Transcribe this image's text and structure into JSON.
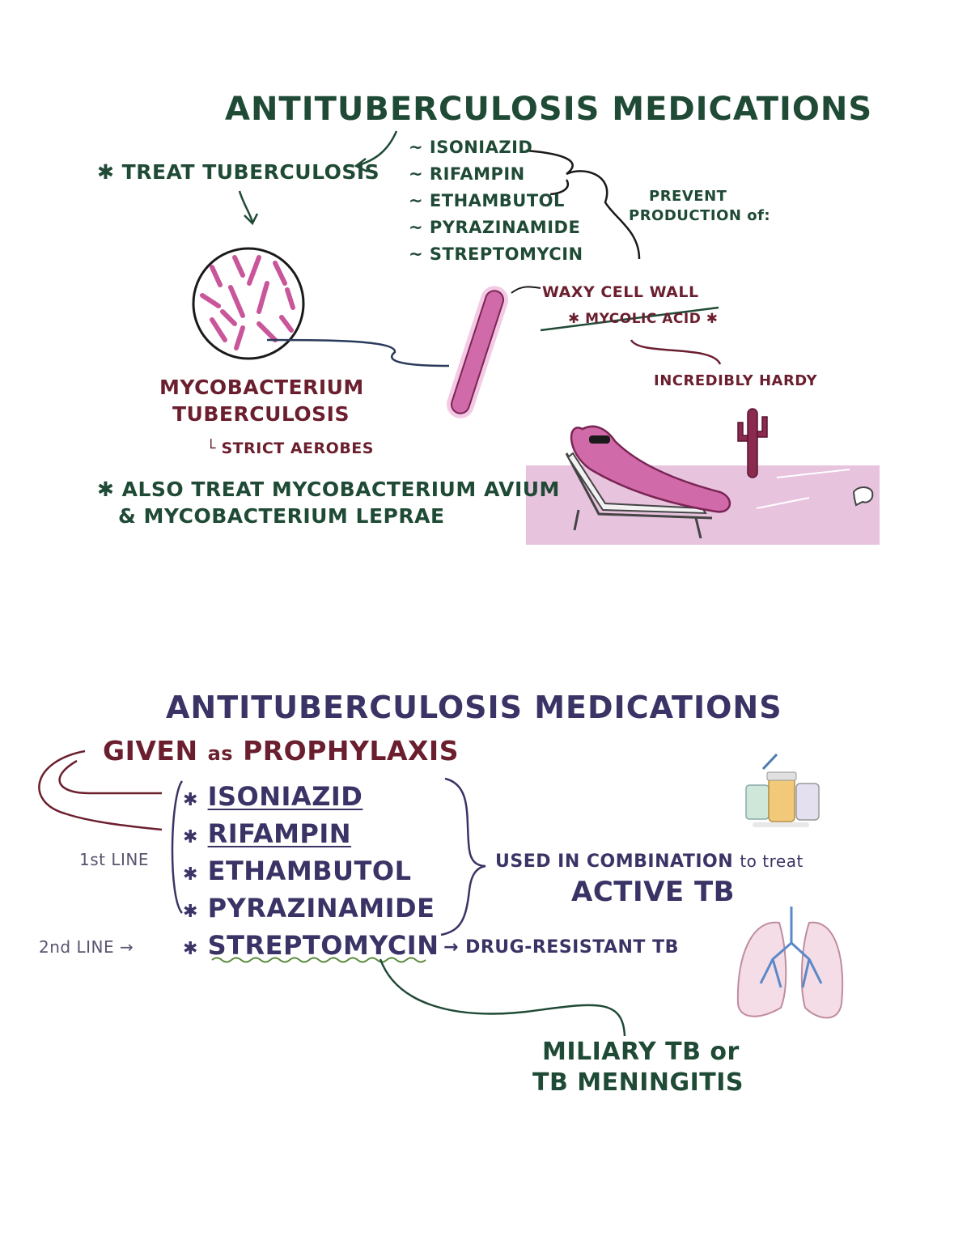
{
  "panel1": {
    "title": "ANTITUBERCULOSIS MEDICATIONS",
    "treat": "✱ TREAT TUBERCULOSIS",
    "drugs": [
      "~ ISONIAZID",
      "~ RIFAMPIN",
      "~ ETHAMBUTOL",
      "~ PYRAZINAMIDE",
      "~ STREPTOMYCIN"
    ],
    "prevent_line1": "PREVENT",
    "prevent_line2": "PRODUCTION of:",
    "waxy": "WAXY CELL WALL",
    "mycolic": "✱ MYCOLIC ACID ✱",
    "hardy": "INCREDIBLY HARDY",
    "organism_line1": "MYCOBACTERIUM",
    "organism_line2": "TUBERCULOSIS",
    "aerobes": "STRICT AEROBES",
    "also_line1": "✱ ALSO TREAT MYCOBACTERIUM AVIUM",
    "also_line2": "& MYCOBACTERIUM LEPRAE"
  },
  "panel2": {
    "title": "ANTITUBERCULOSIS MEDICATIONS",
    "prophylaxis_given": "GIVEN",
    "prophylaxis_as": "as",
    "prophylaxis_word": "PROPHYLAXIS",
    "first_line": "1st LINE",
    "second_line": "2nd LINE →",
    "star": "✱",
    "drugs": [
      "ISONIAZID",
      "RIFAMPIN",
      "ETHAMBUTOL",
      "PYRAZINAMIDE",
      "STREPTOMYCIN"
    ],
    "combo_used": "USED IN COMBINATION",
    "combo_to": "to treat",
    "active_tb": "ACTIVE TB",
    "resistant": "→ DRUG-RESISTANT TB",
    "miliary_line1": "MILIARY TB or",
    "miliary_line2": "TB MENINGITIS"
  },
  "colors": {
    "green": "#1f4a35",
    "maroon": "#6b1f2e",
    "navy": "#3a3466",
    "bacterium_pink": "#d06aa8",
    "desert_pink": "#e7c3de"
  }
}
